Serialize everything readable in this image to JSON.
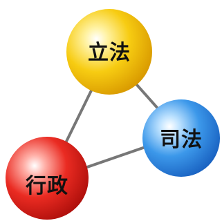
{
  "diagram": {
    "nodes": [
      {
        "id": "legislative",
        "label": "立法",
        "color": "#f2c200"
      },
      {
        "id": "judicial",
        "label": "司法",
        "color": "#2d8ee6"
      },
      {
        "id": "executive",
        "label": "行政",
        "color": "#e2261e"
      }
    ],
    "connector_color": "#777777"
  }
}
